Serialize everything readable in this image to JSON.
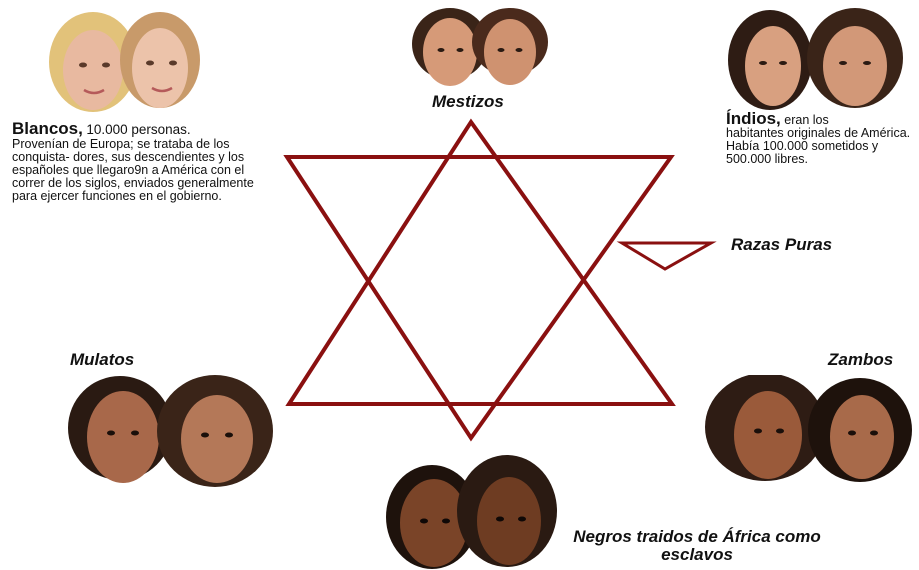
{
  "labels": {
    "mestizos": "Mestizos",
    "razas_puras": "Razas Puras",
    "mulatos": "Mulatos",
    "zambos": "Zambos",
    "negros": "Negros traidos de África como esclavos"
  },
  "blancos": {
    "heading": "Blancos,",
    "count": "10.000 personas.",
    "text": "Provenían de Europa; se trataba de los conquista- dores, sus descendientes y los españoles que llegaro9n a América con el correr de los siglos, enviados generalmente para ejercer funciones en el gobierno."
  },
  "indios": {
    "heading": "Índios,",
    "text_inline": "eran los",
    "text": "habitantes originales de América. Había 100.000 sometidos y 500.000 libres."
  },
  "colors": {
    "star_stroke": "#8a1010",
    "skin_light": "#e8b9a0",
    "skin_dark": "#9a5a3a",
    "hair_blonde": "#e2c27a",
    "hair_dark": "#3a2418"
  }
}
